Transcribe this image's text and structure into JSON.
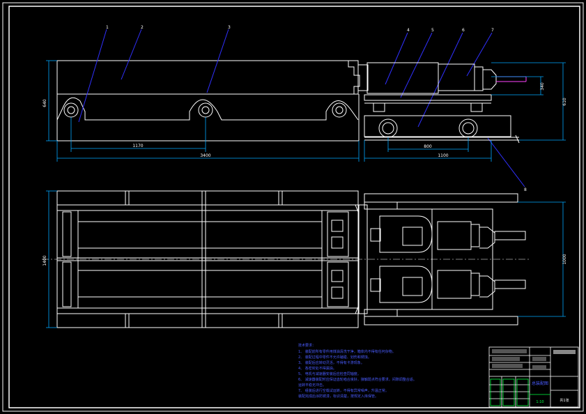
{
  "drawing": {
    "balloons": [
      "1",
      "2",
      "3",
      "4",
      "5",
      "6",
      "7",
      "8"
    ],
    "dimensions": {
      "top_left_height": "640",
      "top_left_span": "1170",
      "top_left_total": "3400",
      "top_right_small": "340",
      "top_right_height": "610",
      "top_right_wheelbase": "800",
      "top_right_width": "1100",
      "bottom_left_height": "1400",
      "bottom_right_height": "1000"
    },
    "notes_title": "技术要求：",
    "notes": [
      "1、 装配前所有零件用煤油清洗干净，箱体内不得有任何杂物。",
      "2、 装配过程中零件不允许磕碰、划伤和锈蚀。",
      "3、 装配后应转动灵活，不得有卡滞现象。",
      "4、 各密封处不得漏油。",
      "5、 电机与减速器安装后应检查同轴度。",
      "6、 减速器装配时应保证齿轮啮合良好，接触斑点符合要求，间隙调整合适。",
      "   运转平稳无冲击。",
      "7、 组装后进行空载试运转，不得有异常噪声，升温正常。",
      "   装配完成后涂防锈漆，标识清楚，按规定入库保管。"
    ],
    "title_block": {
      "drawing_name": "总装配图",
      "scale": "1:10",
      "sheet": "共1张"
    }
  }
}
